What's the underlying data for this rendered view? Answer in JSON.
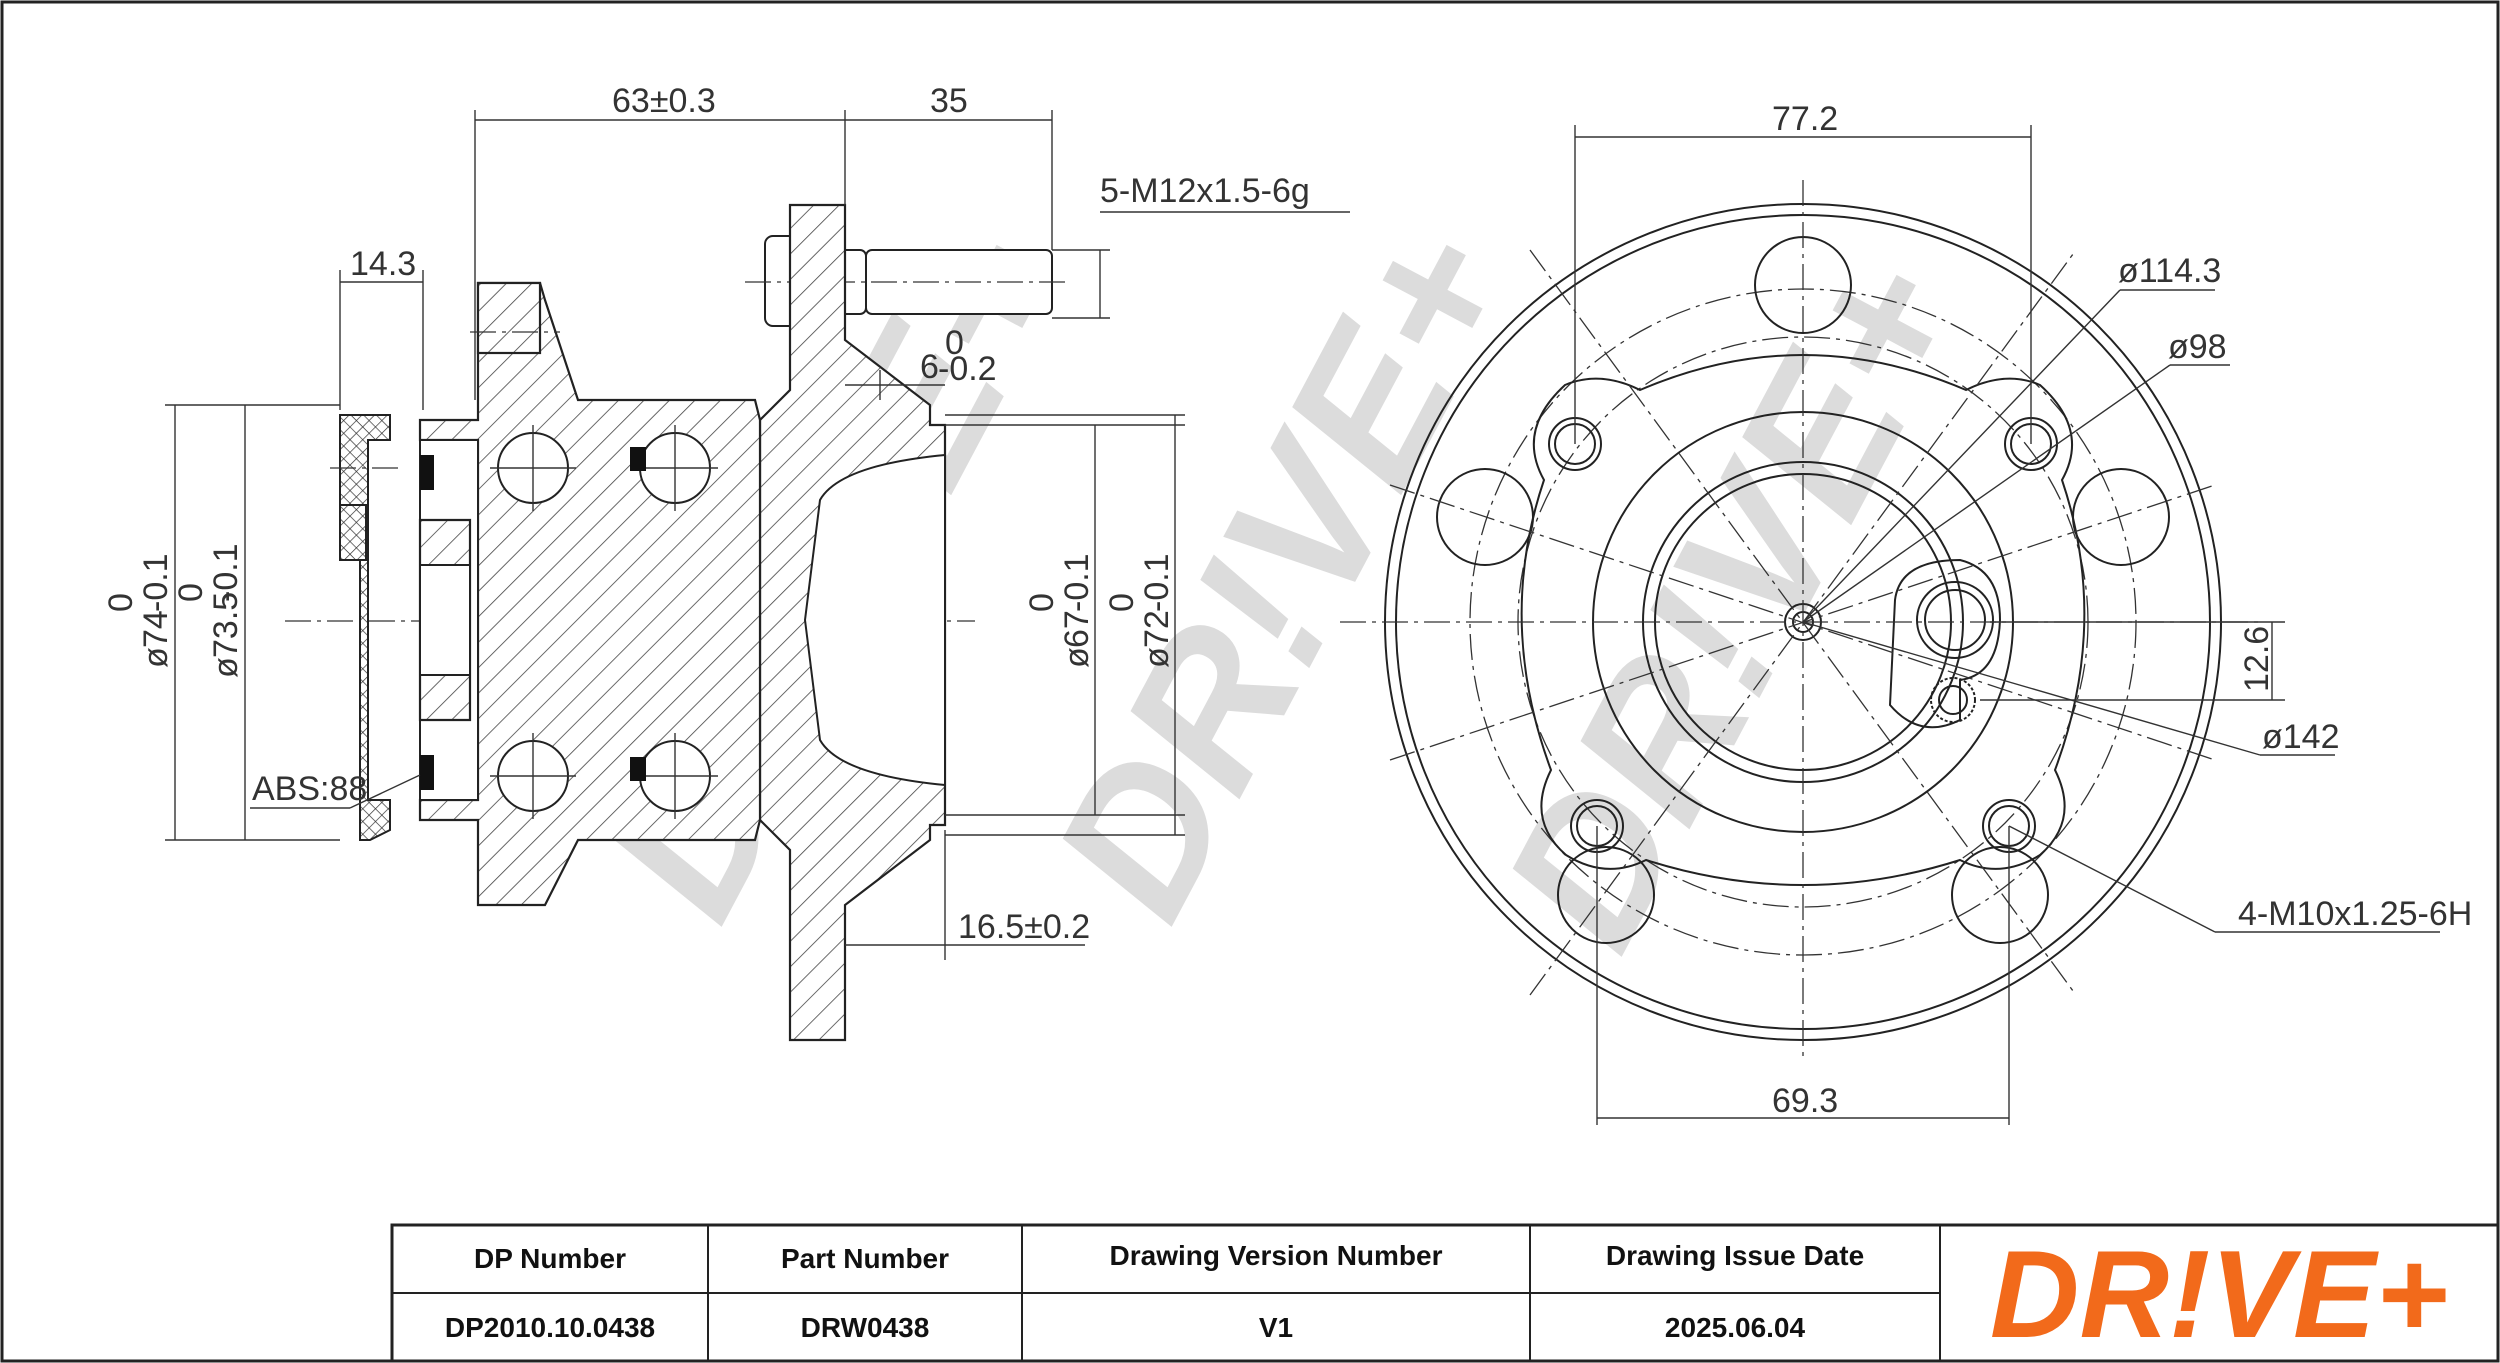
{
  "dimensions": {
    "hub_flange_width": "63±0.3",
    "stud_length": "35",
    "stud_thread": "5-M12x1.5-6g",
    "inner_step": "14.3",
    "flange_step": "6",
    "flange_step_tol_upper": "0",
    "flange_step_tol_lower": "-0.2",
    "outer_diameter_74": "74",
    "outer_diameter_73_5": "73.5",
    "pilot_diameter_67": "67",
    "pilot_diameter_72": "72",
    "diameter_tol_upper": "0",
    "diameter_tol_lower": "-0.1",
    "diameter_symbol": "ø",
    "abs_ring": "ABS:88",
    "pilot_depth": "16.5±0.2",
    "stud_spacing": "77.2",
    "pcd_114_3": "ø114.3",
    "pcd_98": "ø98",
    "sensor_offset": "12.6",
    "flange_diameter": "ø142",
    "mount_thread": "4-M10x1.25-6H",
    "mount_spacing": "69.3"
  },
  "watermark": "DR!VE+",
  "title_block": {
    "headers": [
      "DP Number",
      "Part Number",
      "Drawing Version Number",
      "Drawing Issue Date"
    ],
    "values": [
      "DP2010.10.0438",
      "DRW0438",
      "V1",
      "2025.06.04"
    ],
    "logo_text": "DR!VE+"
  },
  "colors": {
    "logo_orange": "#f26a1b",
    "watermark_gray": "#dcdcdc",
    "line": "#222222"
  }
}
